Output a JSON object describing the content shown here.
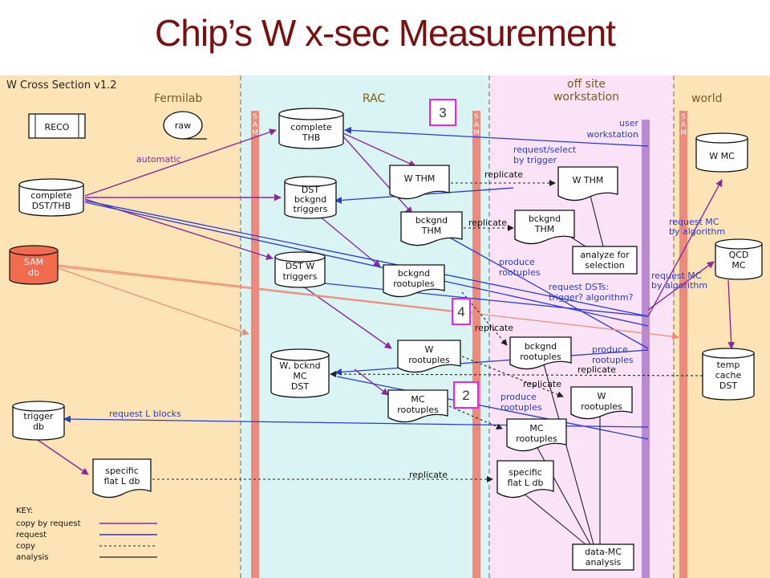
{
  "slide": {
    "title": "Chip’s W x-sec Measurement"
  },
  "diagram": {
    "version_title": "W Cross Section v1.2",
    "columns": {
      "fermilab": "Fermilab",
      "rac": "RAC",
      "offsite_1": "off site",
      "offsite_2": "workstation",
      "world": "world"
    },
    "sam_bar_label": [
      "S",
      "A",
      "M"
    ],
    "nodes": {
      "reco": "RECO",
      "raw": "raw",
      "complete_dst_thb": [
        "complete",
        "DST/THB"
      ],
      "sam_db": [
        "SAM",
        "db"
      ],
      "trigger_db": [
        "trigger",
        "db"
      ],
      "specific_flat_l_db_fnal": [
        "specific",
        "flat L db"
      ],
      "complete_thb": [
        "complete",
        "THB"
      ],
      "dst_bckgnd_triggers": [
        "DST",
        "bckgnd",
        "triggers"
      ],
      "dst_w_triggers": [
        "DST W",
        "triggers"
      ],
      "w_bcknd_mc_dst": [
        "W, bcknd",
        "MC",
        "DST"
      ],
      "w_thm_rac": "W THM",
      "bckgnd_thm_rac": [
        "bckgnd",
        "THM"
      ],
      "bckgnd_rootuples_rac": [
        "bckgnd",
        "rootuples"
      ],
      "w_rootuples_rac": [
        "W",
        "rootuples"
      ],
      "mc_rootuples_rac": [
        "MC",
        "rootuples"
      ],
      "w_thm_ws": "W THM",
      "bckgnd_thm_ws": [
        "bckgnd",
        "THM"
      ],
      "analyze_for_selection": [
        "analyze for",
        "selection"
      ],
      "bckgnd_rootuples_ws": [
        "bckgnd",
        "rootuples"
      ],
      "w_rootuples_ws": [
        "W",
        "rootuples"
      ],
      "mc_rootuples_ws": [
        "MC",
        "rootuples"
      ],
      "specific_flat_l_db_ws": [
        "specific",
        "flat L db"
      ],
      "data_mc_analysis": [
        "data-MC",
        "analysis"
      ],
      "user_workstation": [
        "user",
        "workstation"
      ],
      "w_mc": "W MC",
      "qcd_mc": [
        "QCD",
        "MC"
      ],
      "temp_cache_dst": [
        "temp",
        "cache",
        "DST"
      ]
    },
    "edge_labels": {
      "automatic": "automatic",
      "request_select": [
        "request/select",
        "by trigger"
      ],
      "replicate": "replicate",
      "produce_rootuples": [
        "produce",
        "rootuples"
      ],
      "request_dsts": [
        "request DSTs:",
        "trigger? algorithm?"
      ],
      "request_mc": [
        "request MC",
        "by algorithm"
      ],
      "request_l_blocks": "request L blocks"
    },
    "key": {
      "title": "KEY:",
      "items": [
        "copy by request",
        "request",
        "copy",
        "analysis"
      ]
    },
    "callouts": [
      "3",
      "4",
      "2"
    ],
    "colors": {
      "fermilab_bg": "#fde4b6",
      "rac_bg": "#d9f4f3",
      "workstation_bg": "#fbe3f7",
      "world_bg": "#fde4b6",
      "sam_bar": "#ec8a7e",
      "purple": "#8a2a9a",
      "blue": "#2a3bd0",
      "salmon": "#ef8a78",
      "callout_border": "#ee22ee",
      "title": "#7a0f0f"
    }
  }
}
